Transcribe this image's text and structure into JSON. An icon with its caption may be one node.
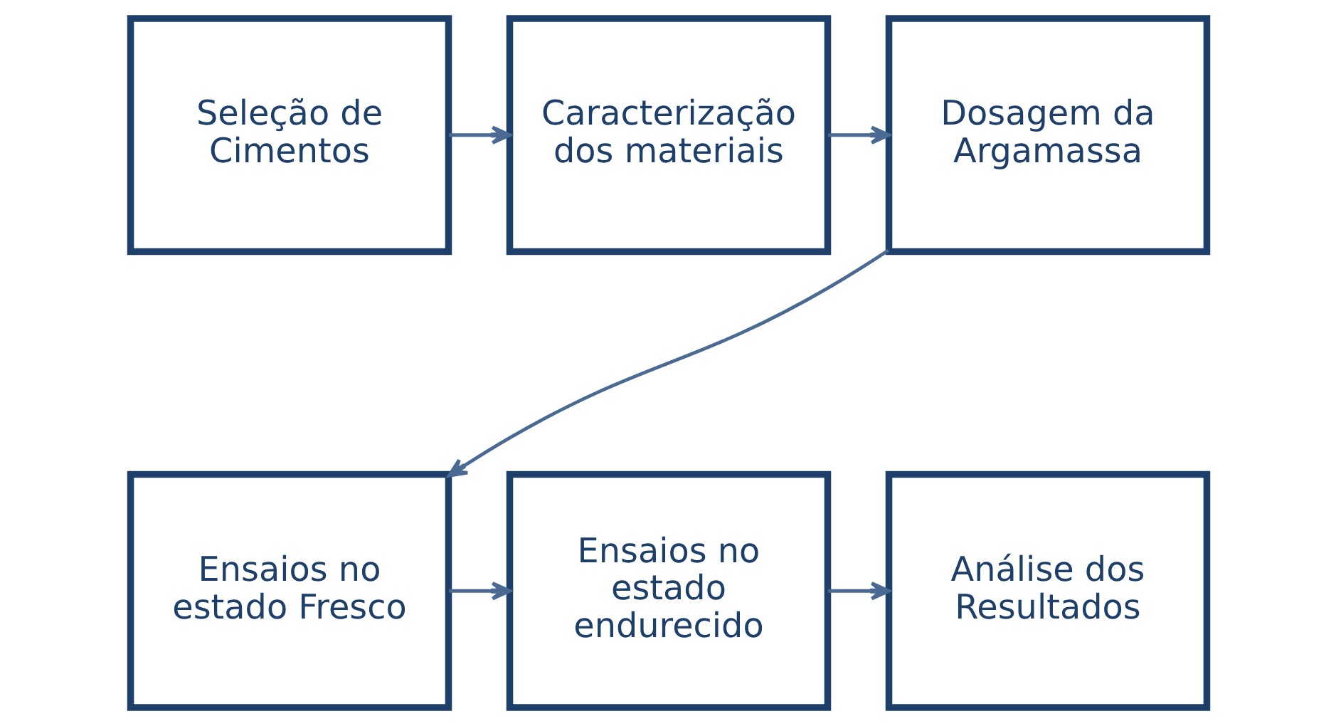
{
  "diagram": {
    "nodes": [
      {
        "text": [
          "Seleção de Cimentos"
        ]
      },
      {
        "text": [
          "Caracterização dos materiais"
        ]
      },
      {
        "text": [
          "Dosagem da Argamassa"
        ]
      },
      {
        "text": [
          "Ensaios no estado Fresco"
        ]
      },
      {
        "text": [
          "Ensaios no estado endurecido"
        ]
      },
      {
        "text": [
          "Análise dos Resultados"
        ]
      }
    ],
    "edges": [
      {
        "from": 0,
        "to": 1,
        "arrow": "to"
      },
      {
        "from": 1,
        "to": 2,
        "arrow": "to"
      },
      {
        "from": 2,
        "to": 3,
        "arrow": "to"
      },
      {
        "from": 3,
        "to": 4,
        "arrow": "to"
      },
      {
        "from": 4,
        "to": 5,
        "arrow": "to"
      }
    ]
  }
}
